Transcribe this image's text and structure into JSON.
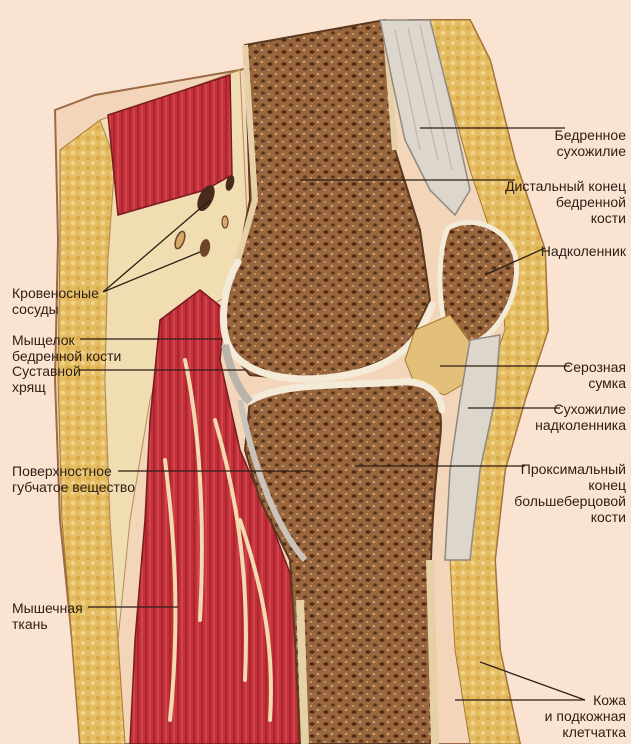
{
  "title": "",
  "labels": {
    "krovenosnye": "Кровеносные\nсосуды",
    "myshchelok": "Мыщелок\nбедренной кости",
    "sustavnoy": "Суставной\nхрящ",
    "poverkhnostnoe": "Поверхностное\nгубчатое вещество",
    "myshechnaya": "Мышечная\nткань",
    "bedrennoe": "Бедренное\nсухожилие",
    "distalny": "Дистальный конец\nбедренной\nкости",
    "nadkolennik": "Надколенник",
    "seroznaya": "Серозная\nсумка",
    "sukhozhilie": "Сухожилие\nнадколенника",
    "proksimalny": "Проксимальный\nконец\nбольшеберцовой\nкости",
    "kozha": "Кожа\nи подкожная\nклетчатка"
  },
  "colors": {
    "background": "#fbe3d2",
    "bone": "#8a5a36",
    "bone_dark": "#5b3820",
    "cartilage": "#f4ead8",
    "muscle": "#c8323c",
    "fat": "#e6c06a",
    "tendon": "#d9d4cc",
    "leader": "#2c1d14"
  }
}
